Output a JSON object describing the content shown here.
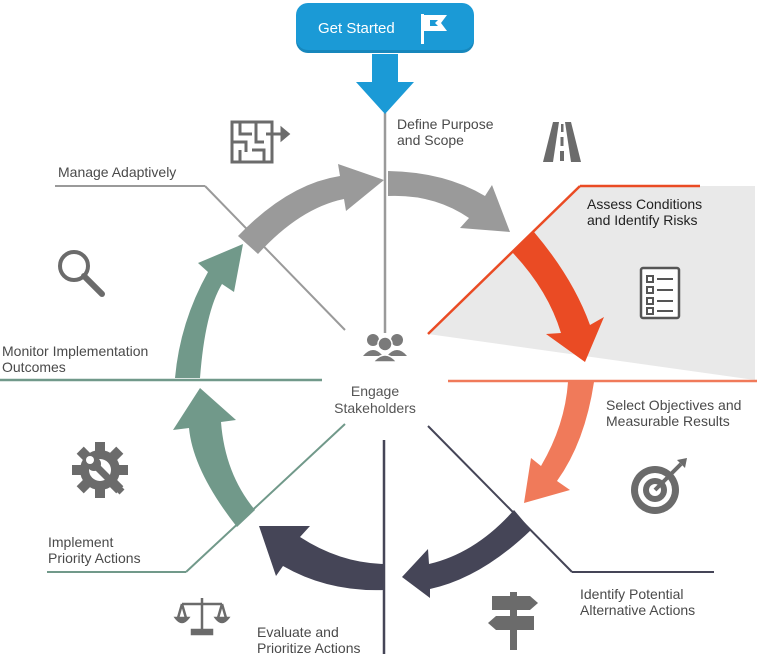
{
  "start_button": {
    "label": "Get Started"
  },
  "center": {
    "line1": "Engage",
    "line2": "Stakeholders"
  },
  "steps": [
    {
      "line1": "Define Purpose",
      "line2": "and Scope"
    },
    {
      "line1": "Assess Conditions",
      "line2": "and Identify Risks"
    },
    {
      "line1": "Select Objectives and",
      "line2": "Measurable Results"
    },
    {
      "line1": "Identify Potential",
      "line2": "Alternative Actions"
    },
    {
      "line1": "Evaluate and",
      "line2": "Prioritize Actions"
    },
    {
      "line1": "Implement",
      "line2": "Priority Actions"
    },
    {
      "line1": "Monitor Implementation",
      "line2": "Outcomes"
    },
    {
      "line1": "Manage Adaptively",
      "line2": ""
    }
  ],
  "colors": {
    "accent_blue": "#1b9ad6",
    "assess_red": "#ea4b24",
    "select_orange": "#f07a5a",
    "identify_navy": "#454557",
    "implement_green": "#71998a",
    "manage_gray": "#9a9a9a",
    "highlight_panel": "#e9e9e9",
    "icon_gray": "#6b6b6b"
  },
  "icons": [
    "flag-icon",
    "road-icon",
    "checklist-icon",
    "target-icon",
    "signpost-icon",
    "scales-icon",
    "gear-wrench-icon",
    "magnifier-icon",
    "maze-icon",
    "people-icon"
  ]
}
